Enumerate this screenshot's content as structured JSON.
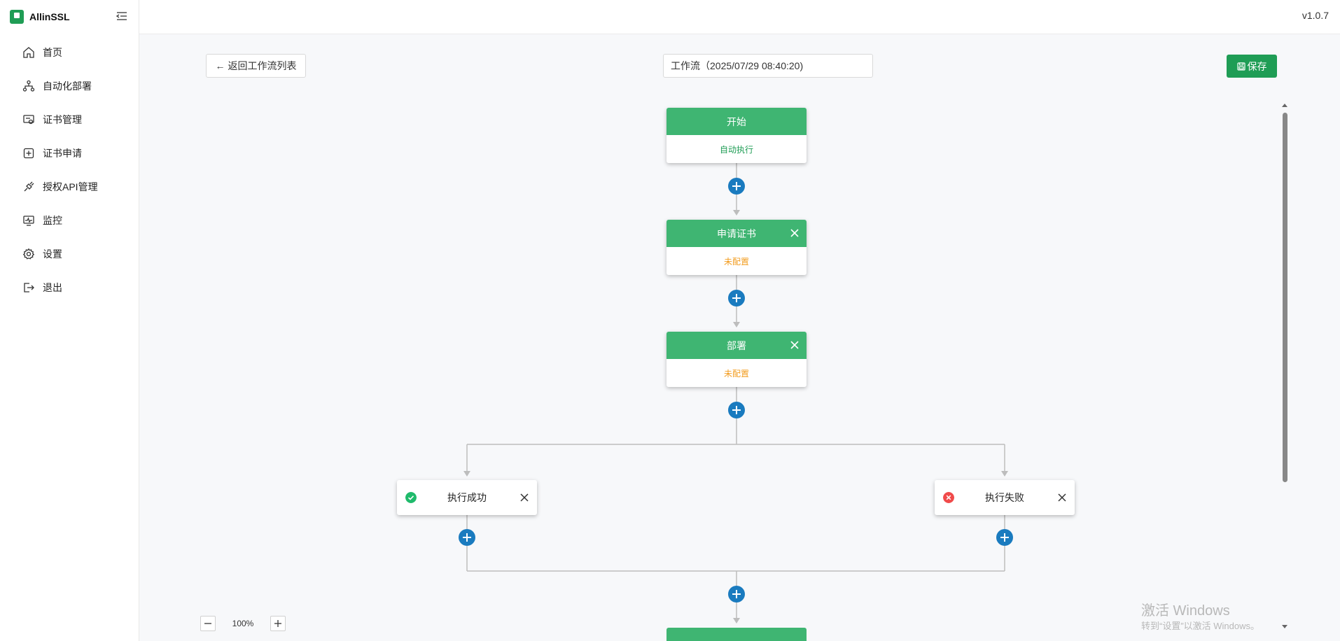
{
  "app": {
    "name": "AllinSSL",
    "version": "v1.0.7"
  },
  "sidebar": {
    "items": [
      {
        "label": "首页",
        "icon": "home-icon"
      },
      {
        "label": "自动化部署",
        "icon": "workflow-icon"
      },
      {
        "label": "证书管理",
        "icon": "certificate-icon"
      },
      {
        "label": "证书申请",
        "icon": "add-square-icon"
      },
      {
        "label": "授权API管理",
        "icon": "api-plug-icon"
      },
      {
        "label": "监控",
        "icon": "monitor-icon"
      },
      {
        "label": "设置",
        "icon": "gear-icon"
      },
      {
        "label": "退出",
        "icon": "logout-icon"
      }
    ]
  },
  "toolbar": {
    "back_label": "返回工作流列表",
    "workflow_name": "工作流（2025/07/29 08:40:20)",
    "save_label": "保存"
  },
  "flow": {
    "nodes": [
      {
        "title": "开始",
        "status": "自动执行",
        "closable": false
      },
      {
        "title": "申请证书",
        "status": "未配置",
        "closable": true
      },
      {
        "title": "部署",
        "status": "未配置",
        "closable": true
      }
    ],
    "branches": [
      {
        "label": "执行成功",
        "result": "success"
      },
      {
        "label": "执行失败",
        "result": "failure"
      }
    ]
  },
  "zoom": {
    "level": "100%"
  },
  "watermark": {
    "title": "激活 Windows",
    "subtitle": "转到“设置”以激活 Windows。"
  },
  "colors": {
    "brand": "#1f9d55",
    "node_header": "#3fb572",
    "add_button": "#1a7bbf",
    "warning": "#f29c1f",
    "success": "#1fba6b",
    "failure": "#f04a4a"
  }
}
